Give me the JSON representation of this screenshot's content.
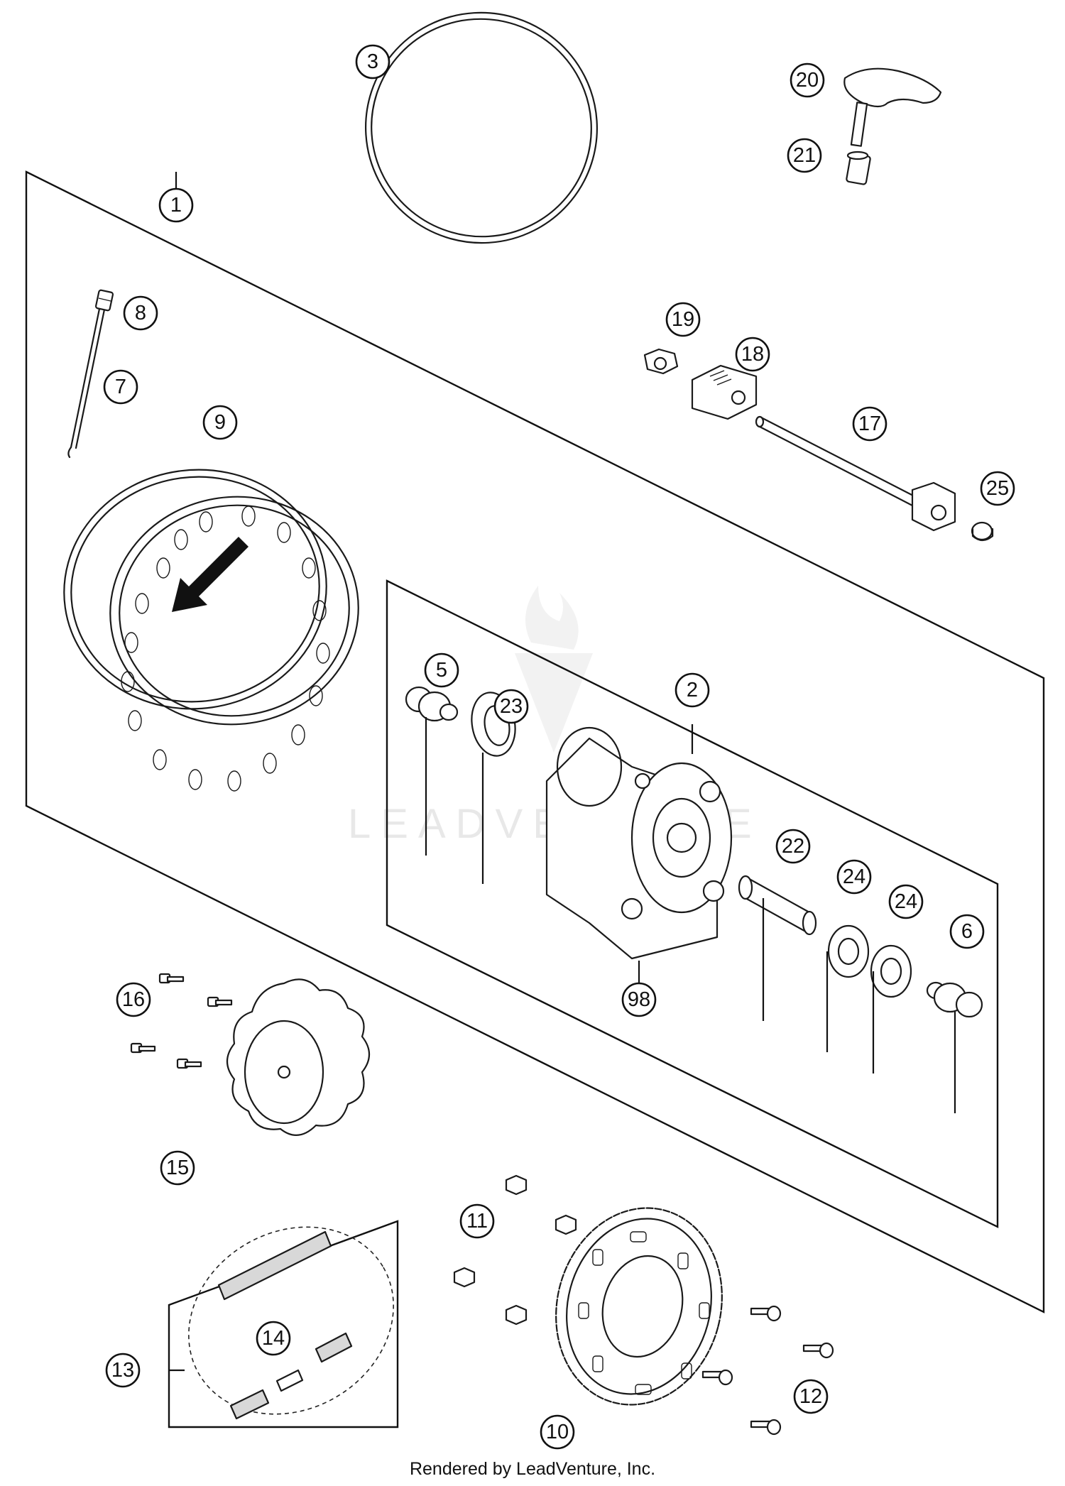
{
  "callouts": [
    {
      "id": "c1",
      "label": "1"
    },
    {
      "id": "c2",
      "label": "2"
    },
    {
      "id": "c3",
      "label": "3"
    },
    {
      "id": "c5",
      "label": "5"
    },
    {
      "id": "c6",
      "label": "6"
    },
    {
      "id": "c7",
      "label": "7"
    },
    {
      "id": "c8",
      "label": "8"
    },
    {
      "id": "c9",
      "label": "9"
    },
    {
      "id": "c10",
      "label": "10"
    },
    {
      "id": "c11",
      "label": "11"
    },
    {
      "id": "c12",
      "label": "12"
    },
    {
      "id": "c13",
      "label": "13"
    },
    {
      "id": "c14",
      "label": "14"
    },
    {
      "id": "c15",
      "label": "15"
    },
    {
      "id": "c16",
      "label": "16"
    },
    {
      "id": "c17",
      "label": "17"
    },
    {
      "id": "c18",
      "label": "18"
    },
    {
      "id": "c19",
      "label": "19"
    },
    {
      "id": "c20",
      "label": "20"
    },
    {
      "id": "c21",
      "label": "21"
    },
    {
      "id": "c22",
      "label": "22"
    },
    {
      "id": "c23",
      "label": "23"
    },
    {
      "id": "c24a",
      "label": "24"
    },
    {
      "id": "c24b",
      "label": "24"
    },
    {
      "id": "c25",
      "label": "25"
    },
    {
      "id": "c98",
      "label": "98"
    }
  ],
  "watermark": "LEADVENTURE",
  "footer": "Rendered by LeadVenture, Inc."
}
